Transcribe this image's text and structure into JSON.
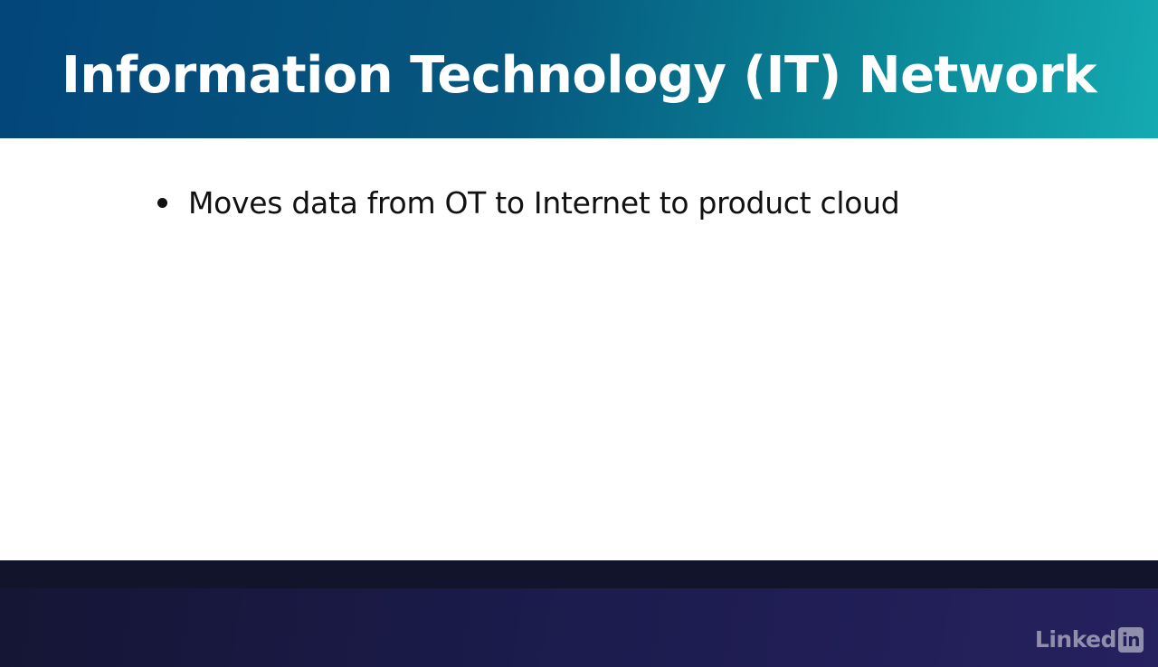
{
  "slide": {
    "title": "Information Technology (IT) Network",
    "bullets": [
      "Moves data from OT to Internet to product cloud"
    ]
  },
  "branding": {
    "logo_text": "Linked",
    "logo_box_text": "in",
    "logo_icon": "linkedin-logo-icon"
  },
  "colors": {
    "header_start": "#03467a",
    "header_end": "#14aab2",
    "footer_dark": "#12142b",
    "footer_purple": "#26215f",
    "text": "#111111"
  }
}
